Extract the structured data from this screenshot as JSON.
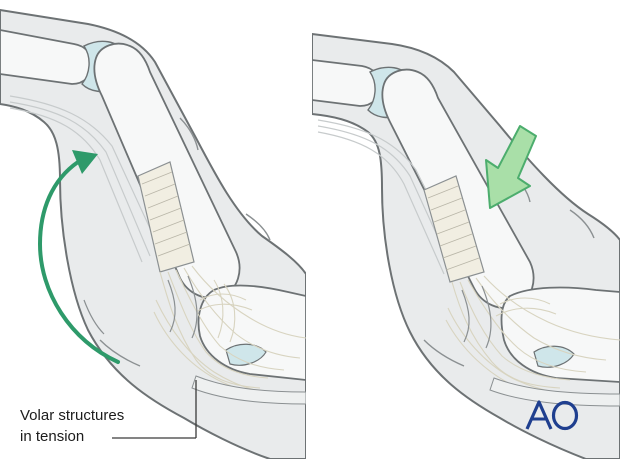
{
  "callout": {
    "line1": "Volar structures",
    "line2": "in tension"
  },
  "logo": {
    "text": "AO"
  },
  "colors": {
    "skin": "#e9ebec",
    "bone": "#f7f8f8",
    "outline": "#6d7274",
    "joint_cartilage": "#cfe6ea",
    "ligament": "#f1eee2",
    "motion_arrow": "#2e9a6a",
    "force_arrow_fill": "#a9dfa8",
    "force_arrow_stroke": "#4cad6d",
    "logo_blue": "#1f3f8f"
  },
  "icons": {
    "motion_arrow": "curved-arrow-icon",
    "force_arrow": "down-left-arrow-icon",
    "logo": "ao-logo-icon"
  }
}
